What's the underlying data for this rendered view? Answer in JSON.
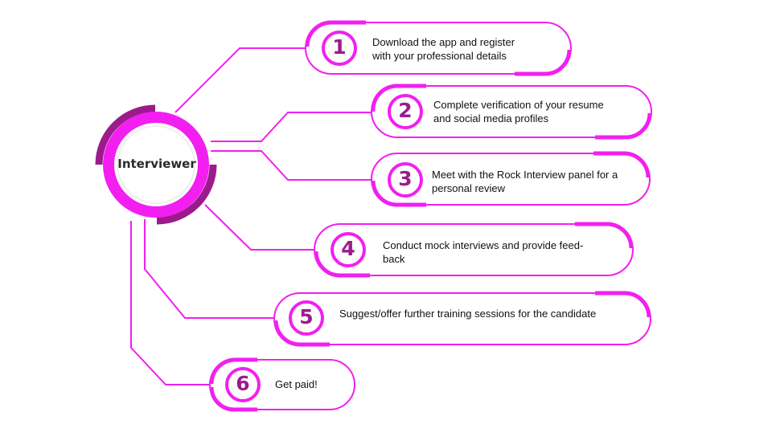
{
  "hub": {
    "label": "Interviewer"
  },
  "steps": [
    {
      "number": "1",
      "text_line1": "Download the app and register",
      "text_line2": "with your professional details"
    },
    {
      "number": "2",
      "text_line1": "Complete verification of your resume",
      "text_line2": "and social media profiles"
    },
    {
      "number": "3",
      "text_line1": "Meet with the Rock Interview panel for a",
      "text_line2": "personal review"
    },
    {
      "number": "4",
      "text_line1": "Conduct mock interviews and provide feed-",
      "text_line2": "back"
    },
    {
      "number": "5",
      "text_line1": "Suggest/offer further training sessions for the candidate",
      "text_line2": ""
    },
    {
      "number": "6",
      "text_line1": "Get paid!",
      "text_line2": ""
    }
  ],
  "colors": {
    "accent": "#f21ff0",
    "dark": "#9b1b8c",
    "ring_fill": "#ffffff"
  }
}
